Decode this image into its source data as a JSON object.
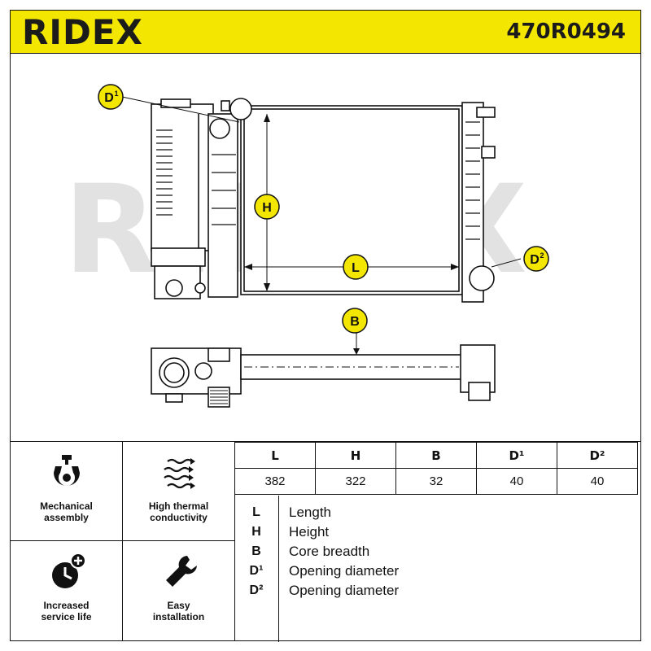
{
  "header": {
    "brand": "RIDEX",
    "part_number": "470R0494"
  },
  "drawing": {
    "watermark": "RIDEX",
    "callouts": [
      {
        "key": "D1",
        "letter": "D",
        "sup": "1"
      },
      {
        "key": "H",
        "letter": "H",
        "sup": ""
      },
      {
        "key": "L",
        "letter": "L",
        "sup": ""
      },
      {
        "key": "D2",
        "letter": "D",
        "sup": "2"
      },
      {
        "key": "B",
        "letter": "B",
        "sup": ""
      }
    ]
  },
  "features": [
    {
      "icon": "mechanical-assembly-icon",
      "label": "Mechanical\nassembly"
    },
    {
      "icon": "high-thermal-conductivity-icon",
      "label": "High thermal\nconductivity"
    },
    {
      "icon": "increased-service-life-icon",
      "label": "Increased\nservice life"
    },
    {
      "icon": "easy-installation-icon",
      "label": "Easy\ninstallation"
    }
  ],
  "dimensions": {
    "headers": [
      "L",
      "H",
      "B",
      "D¹",
      "D²"
    ],
    "values": [
      "382",
      "322",
      "32",
      "40",
      "40"
    ]
  },
  "legend": [
    {
      "symbol": "L",
      "text": "Length"
    },
    {
      "symbol": "H",
      "text": "Height"
    },
    {
      "symbol": "B",
      "text": "Core breadth"
    },
    {
      "symbol": "D¹",
      "text": "Opening diameter"
    },
    {
      "symbol": "D²",
      "text": "Opening diameter"
    }
  ],
  "colors": {
    "brand_yellow": "#f3e600",
    "ink": "#1b1b1b",
    "watermark": "#e2e2e2"
  }
}
